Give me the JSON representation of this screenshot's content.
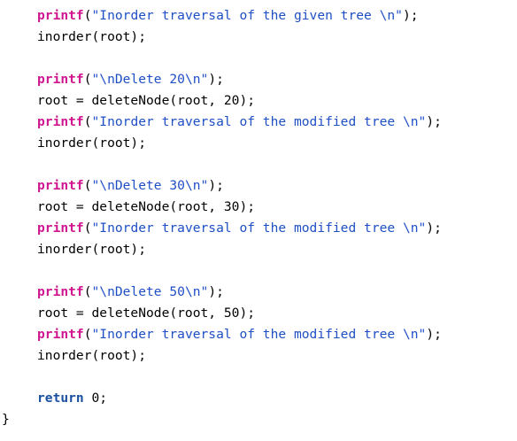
{
  "editor": {
    "lines": [
      [
        {
          "t": "fn",
          "v": "printf"
        },
        {
          "t": "plain",
          "v": "("
        },
        {
          "t": "str",
          "v": "\"Inorder traversal of the given tree \\n\""
        },
        {
          "t": "plain",
          "v": ");"
        }
      ],
      [
        {
          "t": "plain",
          "v": "inorder(root);"
        }
      ],
      [],
      [
        {
          "t": "fn",
          "v": "printf"
        },
        {
          "t": "plain",
          "v": "("
        },
        {
          "t": "str",
          "v": "\"\\nDelete 20\\n\""
        },
        {
          "t": "plain",
          "v": ");"
        }
      ],
      [
        {
          "t": "plain",
          "v": "root = deleteNode(root, 20);"
        }
      ],
      [
        {
          "t": "fn",
          "v": "printf"
        },
        {
          "t": "plain",
          "v": "("
        },
        {
          "t": "str",
          "v": "\"Inorder traversal of the modified tree \\n\""
        },
        {
          "t": "plain",
          "v": ");"
        }
      ],
      [
        {
          "t": "plain",
          "v": "inorder(root);"
        }
      ],
      [],
      [
        {
          "t": "fn",
          "v": "printf"
        },
        {
          "t": "plain",
          "v": "("
        },
        {
          "t": "str",
          "v": "\"\\nDelete 30\\n\""
        },
        {
          "t": "plain",
          "v": ");"
        }
      ],
      [
        {
          "t": "plain",
          "v": "root = deleteNode(root, 30);"
        }
      ],
      [
        {
          "t": "fn",
          "v": "printf"
        },
        {
          "t": "plain",
          "v": "("
        },
        {
          "t": "str",
          "v": "\"Inorder traversal of the modified tree \\n\""
        },
        {
          "t": "plain",
          "v": ");"
        }
      ],
      [
        {
          "t": "plain",
          "v": "inorder(root);"
        }
      ],
      [],
      [
        {
          "t": "fn",
          "v": "printf"
        },
        {
          "t": "plain",
          "v": "("
        },
        {
          "t": "str",
          "v": "\"\\nDelete 50\\n\""
        },
        {
          "t": "plain",
          "v": ");"
        }
      ],
      [
        {
          "t": "plain",
          "v": "root = deleteNode(root, 50);"
        }
      ],
      [
        {
          "t": "fn",
          "v": "printf"
        },
        {
          "t": "plain",
          "v": "("
        },
        {
          "t": "str",
          "v": "\"Inorder traversal of the modified tree \\n\""
        },
        {
          "t": "plain",
          "v": ");"
        }
      ],
      [
        {
          "t": "plain",
          "v": "inorder(root);"
        }
      ],
      [],
      [
        {
          "t": "kw",
          "v": "return"
        },
        {
          "t": "plain",
          "v": " 0;"
        }
      ]
    ],
    "closing_brace": "}"
  },
  "colors": {
    "function": "#d0168f",
    "keyword": "#1a4fa0",
    "string": "#1f4fc4",
    "text": "#000000",
    "background": "#ffffff"
  }
}
